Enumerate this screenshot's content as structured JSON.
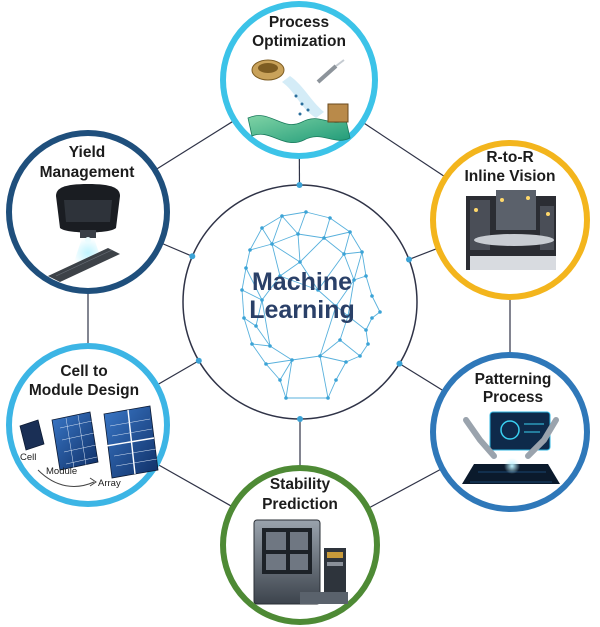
{
  "center": {
    "title_line1": "Machine",
    "title_line2": "Learning",
    "ring_color": "#2f3347",
    "mesh_color": "#3ba3d6"
  },
  "connector_color": "#2f3347",
  "dot_color": "#3ba3d6",
  "nodes": [
    {
      "key": "process",
      "lines": [
        "Process",
        "Optimization"
      ],
      "ring_color": "#3cc3e8",
      "icon": "process-optimization-illustration"
    },
    {
      "key": "rtor",
      "lines": [
        "R-to-R",
        "Inline Vision"
      ],
      "ring_color": "#f3b51d",
      "icon": "roll-to-roll-machine-illustration"
    },
    {
      "key": "patterning",
      "lines": [
        "Patterning",
        "Process"
      ],
      "ring_color": "#2f78b9",
      "icon": "robotic-arm-patterning-illustration"
    },
    {
      "key": "stability",
      "lines": [
        "Stability",
        "Prediction"
      ],
      "ring_color": "#4e8a35",
      "icon": "test-chamber-illustration"
    },
    {
      "key": "cell",
      "lines": [
        "Cell to",
        "Module Design"
      ],
      "ring_color": "#3cb5e5",
      "icon": "solar-cell-module-array-illustration",
      "labels": {
        "cell": "Cell",
        "module": "Module",
        "array": "Array"
      }
    },
    {
      "key": "yield",
      "lines": [
        "Yield",
        "Management"
      ],
      "ring_color": "#1f4f7c",
      "icon": "inspection-sensor-illustration"
    }
  ]
}
